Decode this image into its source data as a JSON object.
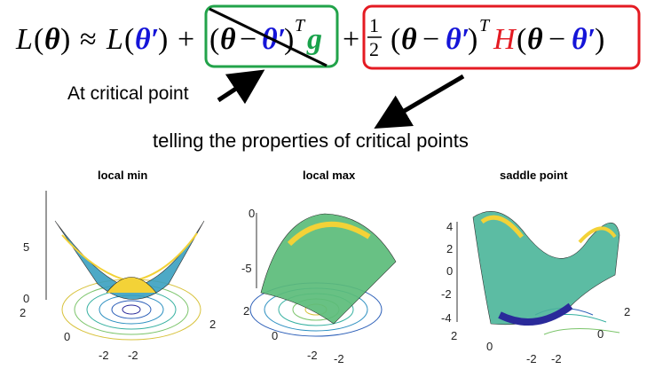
{
  "formula": {
    "L": "L",
    "lparen": "(",
    "theta": "θ",
    "rparen": ")",
    "approx": "≈",
    "theta_prime": "θ′",
    "plus": "+",
    "minus": "−",
    "T": "T",
    "g": "g",
    "half_num": "1",
    "half_den": "2",
    "H": "H"
  },
  "annotations": {
    "critical_point": "At critical point",
    "properties": "telling the properties of critical points"
  },
  "plots": [
    {
      "title": "local min",
      "z_ticks": [
        "0",
        "5"
      ],
      "x_ticks": [
        "2",
        "0",
        "-2"
      ],
      "y_ticks": [
        "2",
        "-2"
      ]
    },
    {
      "title": "local max",
      "z_ticks": [
        "0",
        "-5"
      ],
      "x_ticks": [
        "2",
        "0",
        "-2"
      ],
      "y_ticks": [
        "-2"
      ]
    },
    {
      "title": "saddle point",
      "z_ticks": [
        "4",
        "2",
        "0",
        "-2",
        "-4"
      ],
      "x_ticks": [
        "2",
        "0",
        "-2"
      ],
      "y_ticks": [
        "2",
        "0",
        "-2"
      ]
    }
  ],
  "colors": {
    "green_box": "#22a34a",
    "red_box": "#e41b23",
    "blue": "#1414d8",
    "green": "#19a24b",
    "red": "#e41b23"
  }
}
